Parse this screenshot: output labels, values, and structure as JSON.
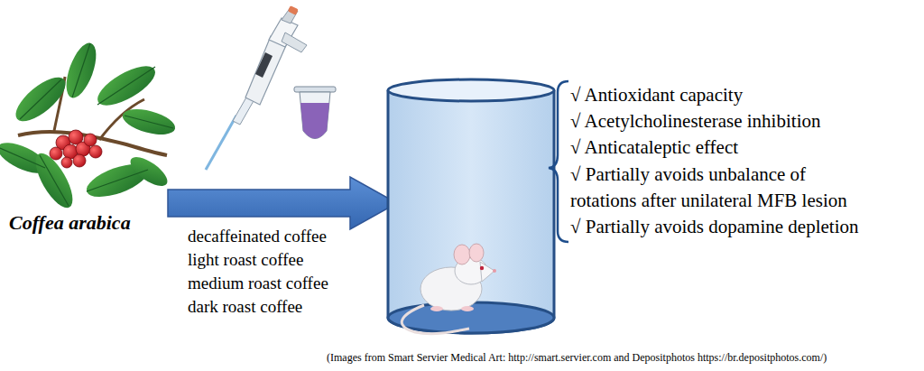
{
  "diagram": {
    "labels": [
      "Coffea arabica",
      "decaffeinated coffee",
      "light roast coffee",
      "medium roast coffee",
      "dark roast coffee",
      "√ Antioxidant capacity",
      "√ Acetylcholinesterase inhibition",
      "√ Anticataleptic effect",
      "√ Partially avoids unbalance of rotations after unilateral MFB lesion",
      "√ Partially avoids dopamine depletion",
      "(Images from Smart Servier Medical Art: http://smart.servier.com and Depositphotos https://br.depositphotos.com/)"
    ]
  }
}
